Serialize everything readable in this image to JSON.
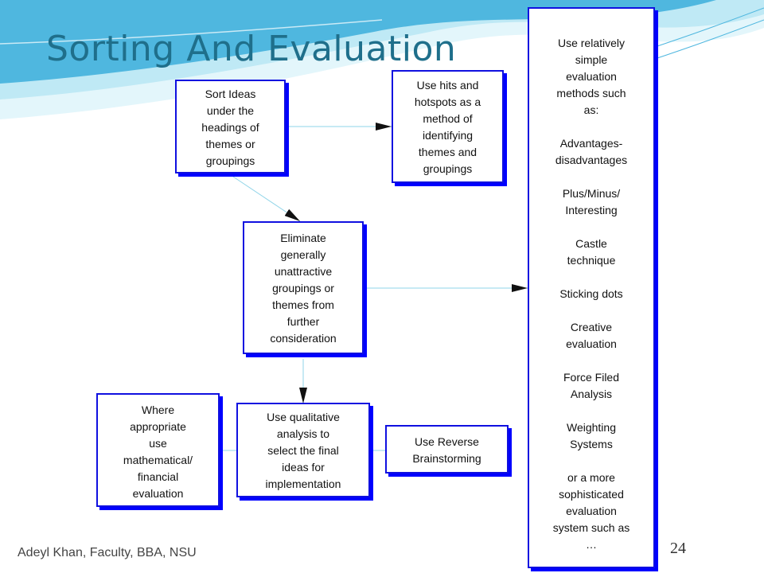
{
  "slide": {
    "title": "Sorting And Evaluation",
    "footer": "Adeyl Khan, Faculty, BBA, NSU",
    "page_number": "24"
  },
  "colors": {
    "title": "#1f6f8b",
    "box_border": "#1010e0",
    "box_shadow": "#0000ff",
    "connector": "#8fd4e8",
    "arrowhead": "#111111",
    "wave_dark": "#4fb7df",
    "wave_light": "#bfe9f5"
  },
  "boxes": {
    "sort_ideas": "Sort Ideas\nunder the\nheadings of\nthemes or\ngroupings",
    "hits_hotspots": "Use hits and\nhotspots as a\nmethod of\nidentifying\nthemes and\ngroupings",
    "eliminate": "Eliminate\ngenerally\nunattractive\ngroupings or\nthemes from\nfurther\nconsideration",
    "mathematical": "Where\nappropriate\nuse\nmathematical/\nfinancial\nevaluation",
    "qualitative": "Use qualitative\nanalysis to\nselect the final\nideas for\nimplementation",
    "reverse": "Use Reverse\nBrainstorming",
    "methods": "Use relatively\nsimple\nevaluation\nmethods such\nas:\n\nAdvantages-\ndisadvantages\n\nPlus/Minus/\nInteresting\n\nCastle\ntechnique\n\nSticking dots\n\nCreative\nevaluation\n\nForce Filed\nAnalysis\n\nWeighting\nSystems\n\nor a more\nsophisticated\nevaluation\nsystem such as\n…"
  }
}
